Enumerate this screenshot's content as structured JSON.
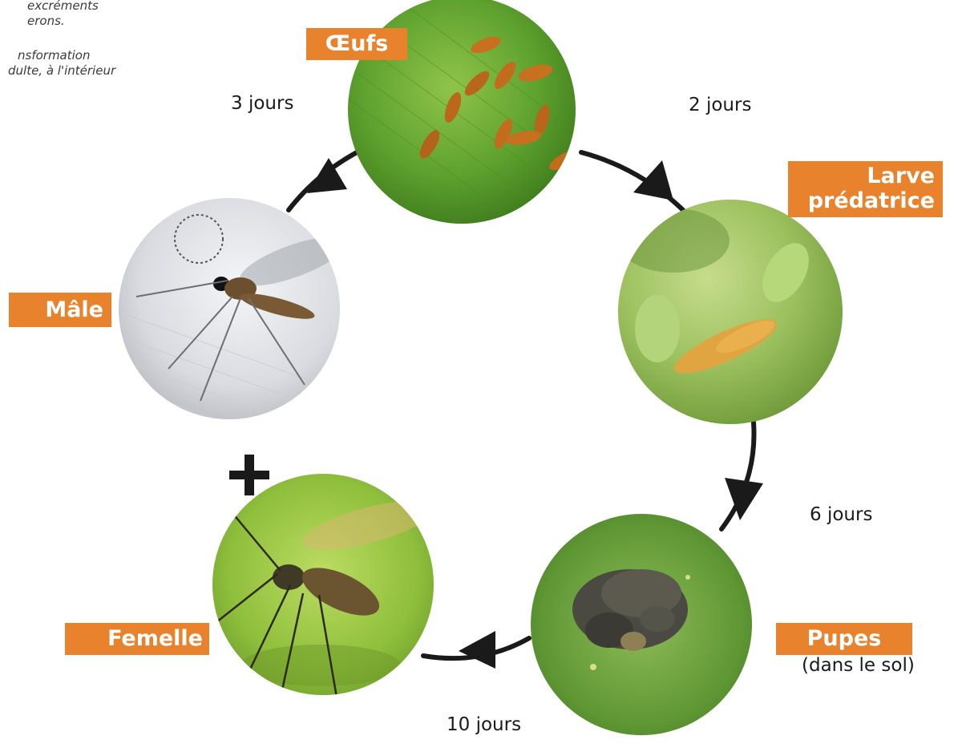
{
  "side_notes": {
    "note_1": [
      "excréments",
      "erons."
    ],
    "note_2": [
      "nsformation",
      "dulte, à l'intérieur"
    ]
  },
  "stages": {
    "eggs": "Œufs",
    "larva": "Larve\nprédatrice",
    "pupae": "Pupes",
    "pupae_note": "(dans le sol)",
    "female": "Femelle",
    "male": "Mâle"
  },
  "durations": {
    "eggs_to_larva": "2 jours",
    "larva_to_pupae": "6 jours",
    "pupae_to_female": "10 jours",
    "male_to_eggs": "3 jours"
  },
  "symbols": {
    "plus": "+"
  },
  "colors": {
    "label_bg": "#e8822d",
    "label_text": "#ffffff",
    "cycle_line": "#1a1a1a"
  },
  "icons": [
    "egg-cluster-photo",
    "predatory-larva-photo",
    "pupae-photo",
    "female-midge-photo",
    "male-midge-photo",
    "plus-icon",
    "arrow-icon"
  ]
}
